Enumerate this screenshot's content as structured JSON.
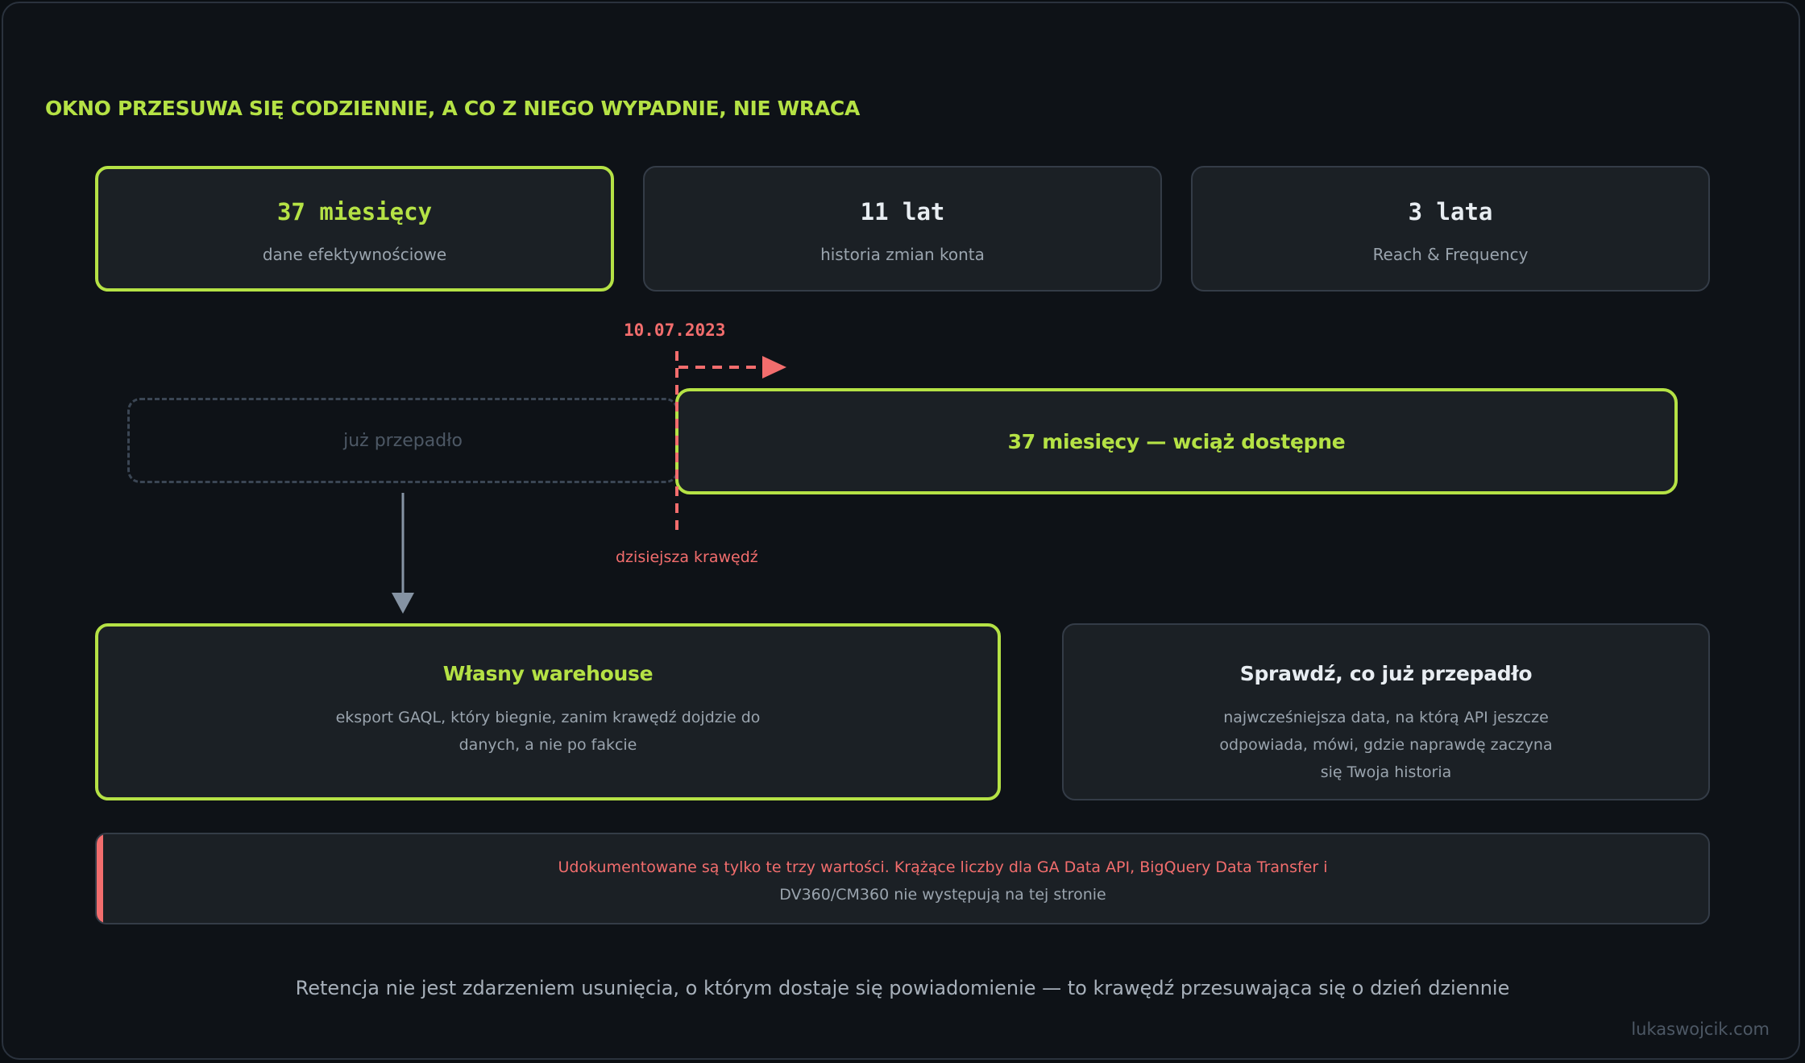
{
  "colors": {
    "accent": "#b5e245",
    "danger": "#f26d6d",
    "text": "#e8edf2",
    "muted": "#9aa4ae",
    "faint": "#4d5865",
    "arrow": "#8593a3"
  },
  "title": "OKNO PRZESUWA SIĘ CODZIENNIE, A CO Z NIEGO WYPADNIE, NIE WRACA",
  "stats": [
    {
      "value": "37 miesięcy",
      "label": "dane efektywnościowe",
      "highlighted": true
    },
    {
      "value": "11 lat",
      "label": "historia zmian konta",
      "highlighted": false
    },
    {
      "value": "3 lata",
      "label": "Reach & Frequency",
      "highlighted": false
    }
  ],
  "timeline": {
    "date": "10.07.2023",
    "edge_label": "dzisiejsza krawędź",
    "lost_label": "już przepadło",
    "available_label": "37 miesięcy — wciąż dostępne"
  },
  "cards": {
    "warehouse": {
      "title": "Własny warehouse",
      "desc_line1": "eksport GAQL, który biegnie, zanim krawędź dojdzie do",
      "desc_line2": "danych, a nie po fakcie"
    },
    "check": {
      "title": "Sprawdź, co już przepadło",
      "desc_line1": "najwcześniejsza data, na którą API jeszcze",
      "desc_line2": "odpowiada, mówi, gdzie naprawdę zaczyna",
      "desc_line3": "się Twoja historia"
    }
  },
  "note": {
    "line1": "Udokumentowane są tylko te trzy wartości. Krążące liczby dla GA Data API, BigQuery Data Transfer i",
    "line2": "DV360/CM360 nie występują na tej stronie"
  },
  "caption": "Retencja nie jest zdarzeniem usunięcia, o którym dostaje się powiadomienie — to krawędź przesuwająca się o dzień dziennie",
  "credit": "lukaswojcik.com"
}
